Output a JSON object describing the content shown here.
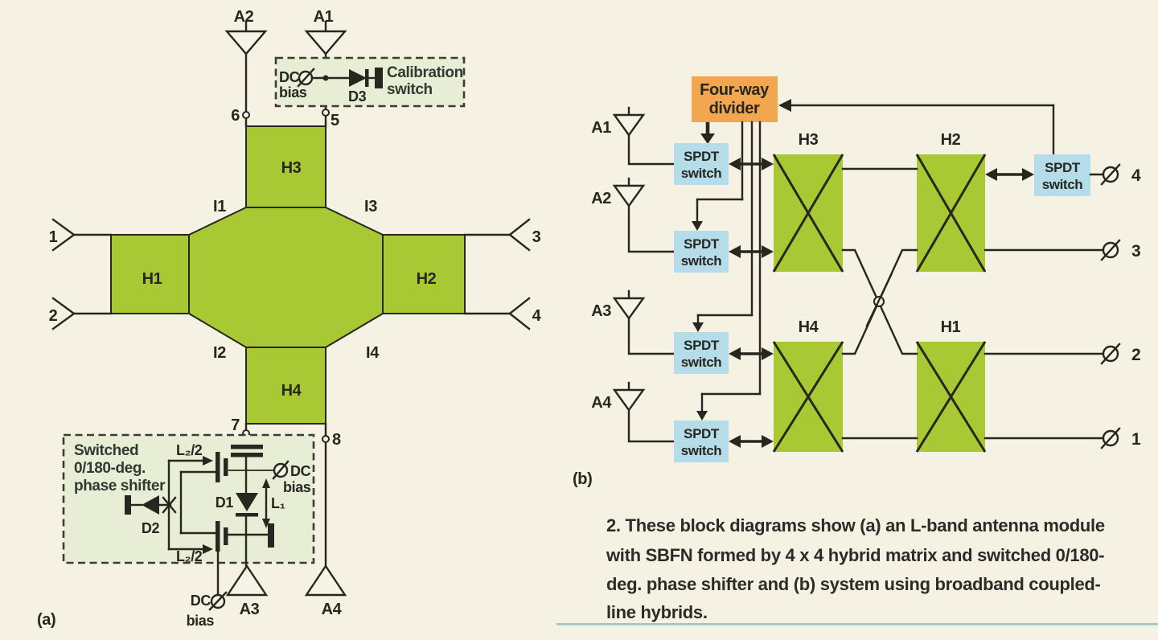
{
  "colors": {
    "background": "#f5f2e3",
    "hybrid_green": "#a8c934",
    "divider_orange": "#f2a64f",
    "spdt_blue": "#b4dce9",
    "line_dark": "#27271f",
    "dashed_box_fill": "#e8eed5",
    "teal_rule": "#4f9398"
  },
  "a": {
    "tag": "(a)",
    "ant": {
      "a1": "A1",
      "a2": "A2",
      "a3": "A3",
      "a4": "A4"
    },
    "hyb": {
      "h1": "H1",
      "h2": "H2",
      "h3": "H3",
      "h4": "H4"
    },
    "iso": {
      "i1": "I1",
      "i2": "I2",
      "i3": "I3",
      "i4": "I4"
    },
    "ports": {
      "p1": "1",
      "p2": "2",
      "p3": "3",
      "p4": "4"
    },
    "nodes": {
      "n5": "5",
      "n6": "6",
      "n7": "7",
      "n8": "8"
    },
    "cal": {
      "dc": "DC",
      "bias": "bias",
      "d3": "D3",
      "t1": "Calibration",
      "t2": "switch"
    },
    "ps": {
      "t1": "Switched",
      "t2": "0/180-deg.",
      "t3": "phase shifter",
      "l2": "L₂/2",
      "d1": "D1",
      "d2": "D2",
      "l1": "L₁",
      "dc": "DC",
      "bias": "bias"
    },
    "dc2": {
      "dc": "DC",
      "bias": "bias"
    }
  },
  "b": {
    "tag": "(b)",
    "div": {
      "l1": "Four-way",
      "l2": "divider"
    },
    "spdt": {
      "l1": "SPDT",
      "l2": "switch"
    },
    "ant": {
      "a1": "A1",
      "a2": "A2",
      "a3": "A3",
      "a4": "A4"
    },
    "hyb": {
      "h1": "H1",
      "h2": "H2",
      "h3": "H3",
      "h4": "H4"
    },
    "ports": {
      "p1": "1",
      "p2": "2",
      "p3": "3",
      "p4": "4"
    }
  },
  "caption": {
    "l1": "2. These block diagrams show (a) an L-band antenna module",
    "l2": "with SBFN formed by 4 x 4 hybrid matrix and switched 0/180-",
    "l3": "deg. phase shifter and (b) system using broadband coupled-",
    "l4": "line hybrids."
  }
}
